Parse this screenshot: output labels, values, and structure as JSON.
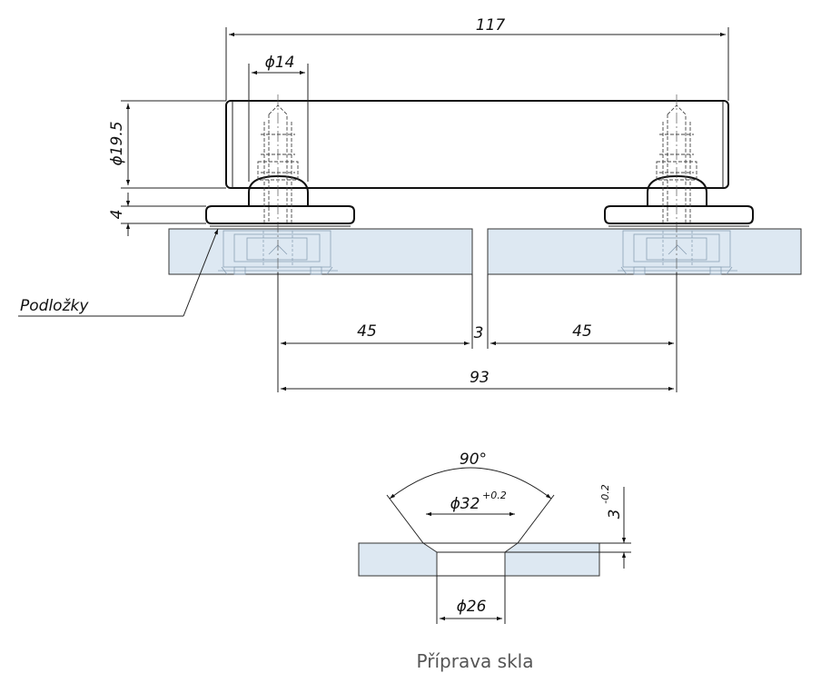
{
  "dimensions": {
    "overall_length": "117",
    "bolt_diameter": "ϕ14",
    "height": "ϕ19.5",
    "washer_thickness": "4",
    "left_span": "45",
    "gap": "3",
    "right_span": "45",
    "bolt_centers": "93",
    "countersink_angle": "90°",
    "countersink_diameter": "ϕ32",
    "countersink_tolerance": "+0.2",
    "countersink_depth": "3",
    "depth_tolerance": "-0.2",
    "hole_diameter": "ϕ26"
  },
  "labels": {
    "washers": "Podložky",
    "caption": "Příprava skla"
  },
  "colors": {
    "glass_fill": "#dde8f2",
    "line": "#111111",
    "caption": "#555555"
  }
}
